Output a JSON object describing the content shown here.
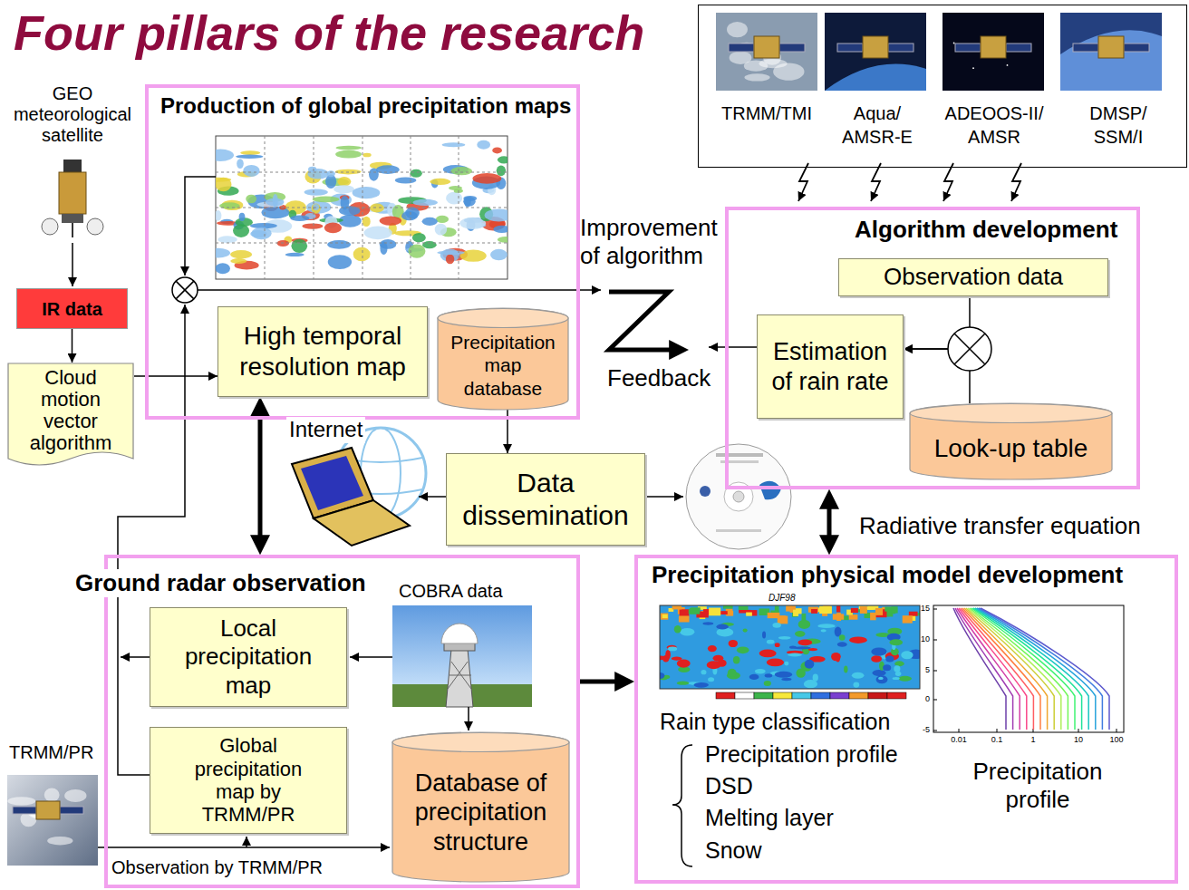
{
  "diagram": {
    "title": "Four pillars of the research",
    "nodes": [
      {
        "text": [
          "Production of global precipitation maps"
        ]
      },
      {
        "text": [
          "High temporal resolution map"
        ],
        "in": 0
      },
      {
        "text": [
          "Precipitation map database"
        ],
        "in": 0
      },
      {
        "text": [
          "TRMM/TMI",
          "Aqua/ AMSR-E",
          "ADEOOS-II/ AMSR",
          "DMSP/ SSM/I"
        ]
      },
      {
        "text": [
          "Algorithm development"
        ]
      },
      {
        "text": [
          "Observation data"
        ],
        "in": 4
      },
      {
        "text": [
          "Estimation of rain rate"
        ],
        "in": 4
      },
      {
        "text": [
          "Look-up table"
        ],
        "in": 4
      },
      {
        "text": [
          "IR data"
        ]
      },
      {
        "text": [
          "Cloud motion vector algorithm"
        ]
      },
      {
        "text": [
          "Data dissemination"
        ]
      },
      {
        "text": [
          "Ground radar observation"
        ]
      },
      {
        "text": [
          "Local precipitation map"
        ],
        "in": 11
      },
      {
        "text": [
          "Global precipitation map by TRMM/PR"
        ],
        "in": 11
      },
      {
        "text": [
          "Database of precipitation structure"
        ],
        "in": 11
      },
      {
        "text": [
          "Precipitation physical model development",
          "Rain type classification",
          "Precipitation profile",
          "DSD",
          "Melting layer",
          "Snow",
          "Precipitation profile"
        ]
      }
    ],
    "edges": [
      {
        "from": 8,
        "to": 9,
        "arrow": "to"
      },
      {
        "from": 9,
        "to": 1,
        "arrow": "to"
      },
      {
        "from": 5,
        "to": 6,
        "arrow": "to"
      },
      {
        "from": 7,
        "to": 6,
        "arrow": "to"
      },
      {
        "from": 2,
        "to": 10,
        "arrow": "to"
      },
      {
        "from": 1,
        "to": 11,
        "arrow": "both"
      },
      {
        "from": 4,
        "to": 15,
        "label": "Radiative transfer equation",
        "arrow": "both"
      },
      {
        "from": 11,
        "to": 15,
        "arrow": "to"
      }
    ],
    "labels": [
      "GEO meteorological satellite",
      "Improvement of algorithm",
      "Feedback",
      "Internet",
      "COBRA data",
      "TRMM/PR",
      "Observation by TRMM/PR",
      "DJF98",
      "15",
      "10",
      "5",
      "0",
      "-5",
      "0.01",
      "0.1",
      "1",
      "10",
      "100"
    ]
  }
}
